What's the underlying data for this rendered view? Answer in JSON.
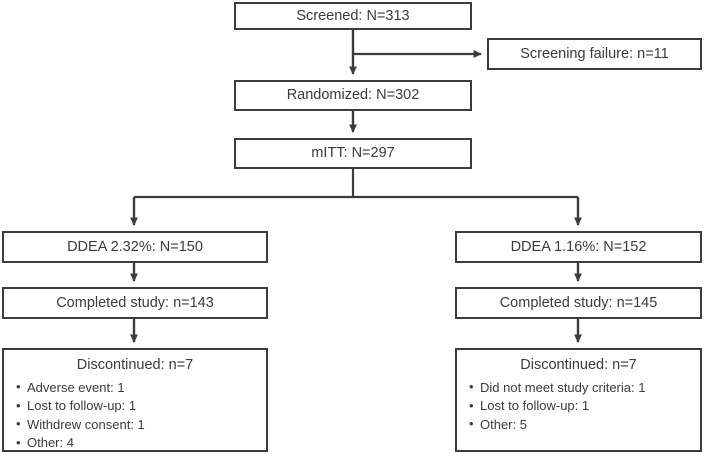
{
  "diagram": {
    "type": "consort-flow-diagram",
    "stroke_color": "#3c3c3c",
    "text_color": "#3b3b3b",
    "background": "#ffffff"
  },
  "nodes": {
    "screened": {
      "label": "Screened: N=313"
    },
    "screening_failure": {
      "label": "Screening failure: n=11"
    },
    "randomized": {
      "label": "Randomized: N=302"
    },
    "mitt": {
      "label": "mITT: N=297"
    },
    "left_arm": {
      "label": "DDEA 2.32%: N=150"
    },
    "left_completed": {
      "label": "Completed study: n=143"
    },
    "left_discontinued": {
      "label": "Discontinued: n=7",
      "reasons": [
        "Adverse event: 1",
        "Lost to follow-up: 1",
        "Withdrew consent: 1",
        "Other: 4"
      ]
    },
    "right_arm": {
      "label": "DDEA 1.16%: N=152"
    },
    "right_completed": {
      "label": "Completed study: n=145"
    },
    "right_discontinued": {
      "label": "Discontinued: n=7",
      "reasons": [
        "Did not meet study criteria: 1",
        "Lost to follow-up: 1",
        "Other: 5"
      ]
    }
  }
}
